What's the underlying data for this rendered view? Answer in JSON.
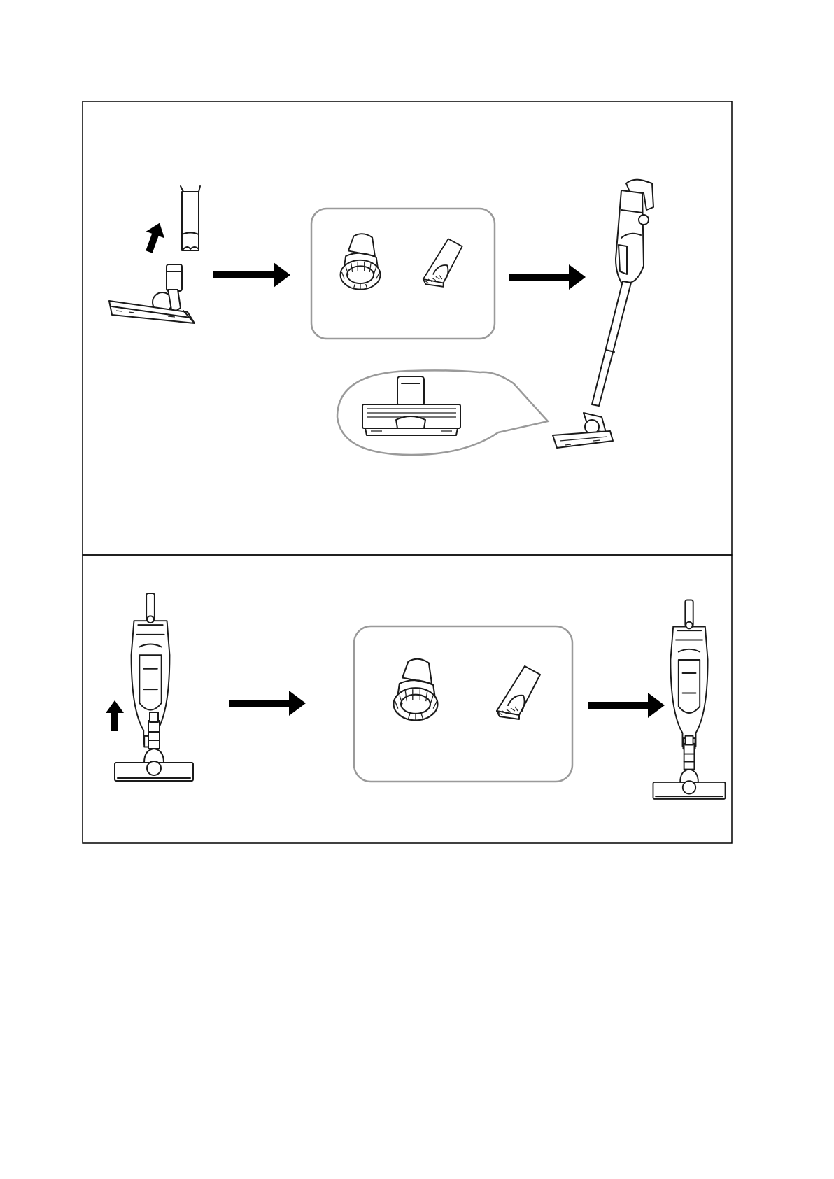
{
  "colors": {
    "ink": "#1a1a1a",
    "callout_border": "#9a9a9a",
    "frame": "#000000",
    "background": "#ffffff"
  },
  "panels": [
    {
      "name": "stick-mode-panel",
      "steps": [
        "remove-floor-brush-from-tube",
        "choose-accessory",
        "assembled-stick-vacuum"
      ],
      "icons": [
        "up-arrow-icon",
        "right-arrow-icon",
        "dusting-brush-icon",
        "crevice-tool-icon",
        "right-arrow-icon",
        "floor-brush-detail-icon"
      ]
    },
    {
      "name": "handheld-mode-panel",
      "steps": [
        "remove-floor-brush-from-handheld",
        "choose-accessory",
        "assembled-handheld-vacuum"
      ],
      "icons": [
        "up-arrow-icon",
        "right-arrow-icon",
        "dusting-brush-icon",
        "crevice-tool-icon",
        "right-arrow-icon"
      ]
    }
  ]
}
